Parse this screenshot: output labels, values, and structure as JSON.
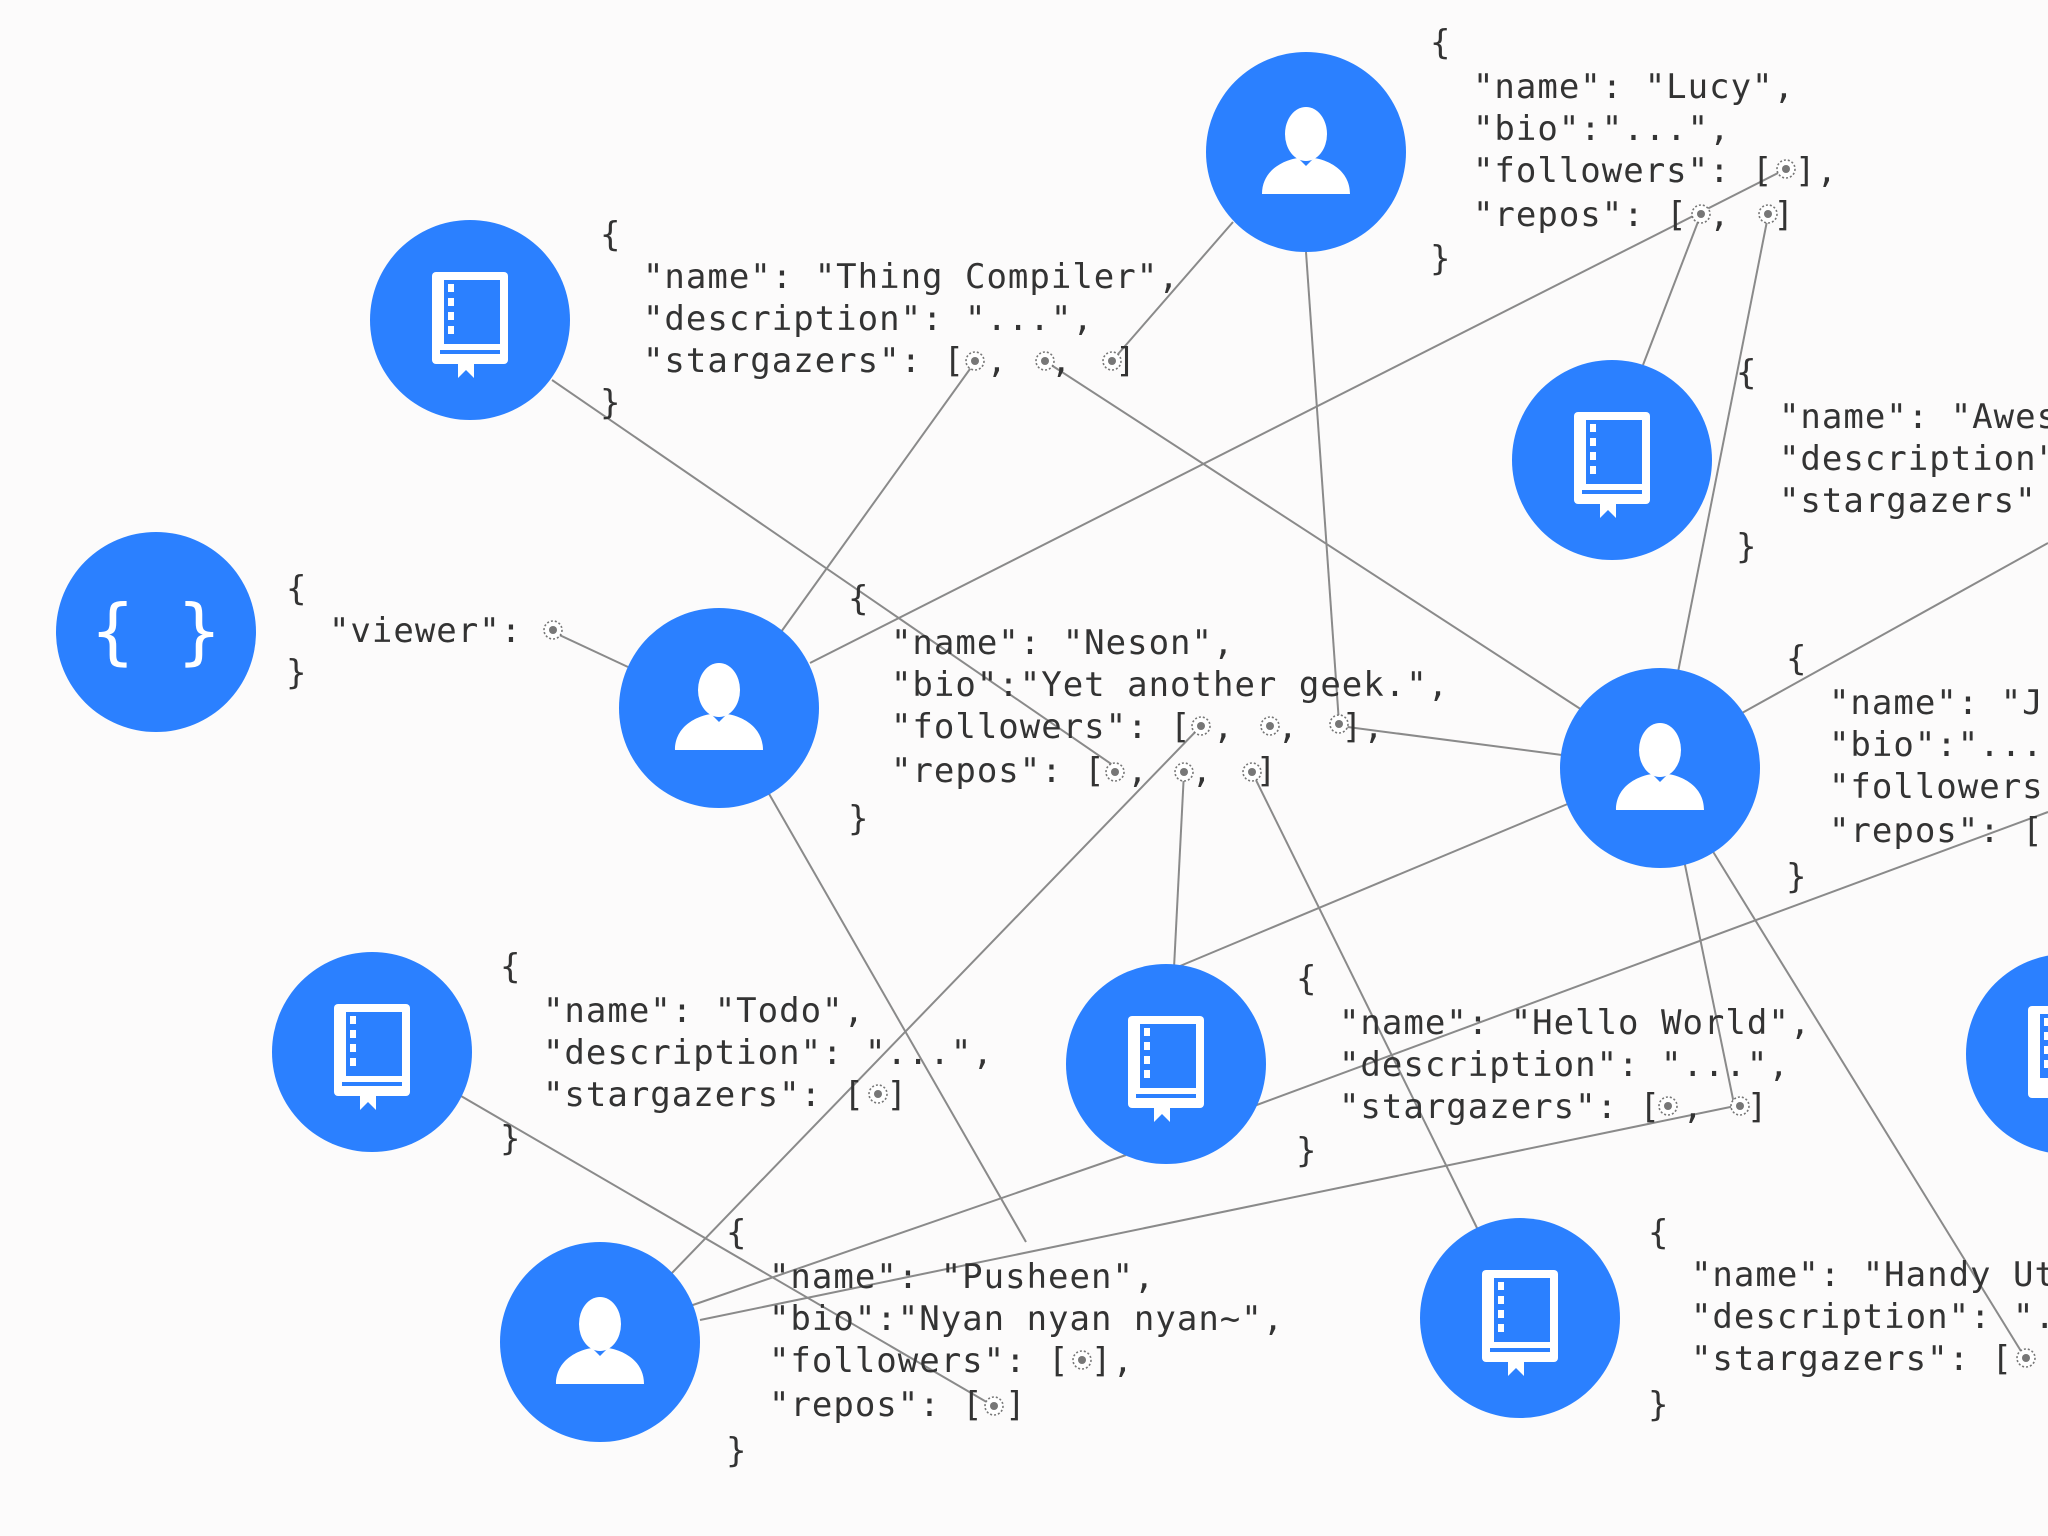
{
  "colors": {
    "node": "#2b80ff",
    "icon": "#ffffff",
    "edge": "#8a8a8a",
    "text": "#333333",
    "background": "#fcfbfb"
  },
  "nodes": [
    {
      "id": "root",
      "kind": "query",
      "icon": "braces-icon",
      "icon_text": "{ }"
    },
    {
      "id": "neson",
      "kind": "user",
      "icon": "user-icon"
    },
    {
      "id": "lucy",
      "kind": "user",
      "icon": "user-icon"
    },
    {
      "id": "j",
      "kind": "user",
      "icon": "user-icon"
    },
    {
      "id": "pusheen",
      "kind": "user",
      "icon": "user-icon"
    },
    {
      "id": "thing",
      "kind": "repo",
      "icon": "book-icon"
    },
    {
      "id": "awes",
      "kind": "repo",
      "icon": "book-icon"
    },
    {
      "id": "todo",
      "kind": "repo",
      "icon": "book-icon"
    },
    {
      "id": "hello",
      "kind": "repo",
      "icon": "book-icon"
    },
    {
      "id": "handy",
      "kind": "repo",
      "icon": "book-icon"
    },
    {
      "id": "right_repo",
      "kind": "repo",
      "icon": "book-icon"
    }
  ],
  "blocks": [
    {
      "id": "root",
      "lines": [
        "{",
        "  \"viewer\": ",
        "}"
      ]
    },
    {
      "id": "thing",
      "lines": [
        "{",
        "  \"name\": \"Thing Compiler\",",
        "  \"description\": \"...\",",
        "  \"stargazers\": [ ,  ,  ]",
        "}"
      ]
    },
    {
      "id": "lucy",
      "lines": [
        "{",
        "  \"name\": \"Lucy\",",
        "  \"bio\":\"...\",",
        "  \"followers\": [ ],",
        "  \"repos\": [ ,  ]",
        "}"
      ]
    },
    {
      "id": "neson",
      "lines": [
        "{",
        "  \"name\": \"Neson\",",
        "  \"bio\":\"Yet another geek.\",",
        "  \"followers\": [ ,  ,  ],",
        "  \"repos\": [ ,  ,  ]",
        "}"
      ]
    },
    {
      "id": "awes",
      "lines": [
        "{",
        "  \"name\": \"Awes",
        "  \"description\"",
        "  \"stargazers\"",
        "}"
      ]
    },
    {
      "id": "j",
      "lines": [
        "{",
        "  \"name\": \"J",
        "  \"bio\":\"...",
        "  \"followers",
        "  \"repos\": [",
        "}"
      ]
    },
    {
      "id": "todo",
      "lines": [
        "{",
        "  \"name\": \"Todo\",",
        "  \"description\": \"...\",",
        "  \"stargazers\": [ ]",
        "}"
      ]
    },
    {
      "id": "hello",
      "lines": [
        "{",
        "  \"name\": \"Hello World\",",
        "  \"description\": \"...\",",
        "  \"stargazers\": [ ,  ]",
        "}"
      ]
    },
    {
      "id": "pusheen",
      "lines": [
        "{",
        "  \"name\": \"Pusheen\",",
        "  \"bio\":\"Nyan nyan nyan~\",",
        "  \"followers\": [ ],",
        "  \"repos\": [ ]",
        "}"
      ]
    },
    {
      "id": "handy",
      "lines": [
        "{",
        "  \"name\": \"Handy Ut",
        "  \"description\": \".",
        "  \"stargazers\": [ ",
        "}"
      ]
    }
  ]
}
